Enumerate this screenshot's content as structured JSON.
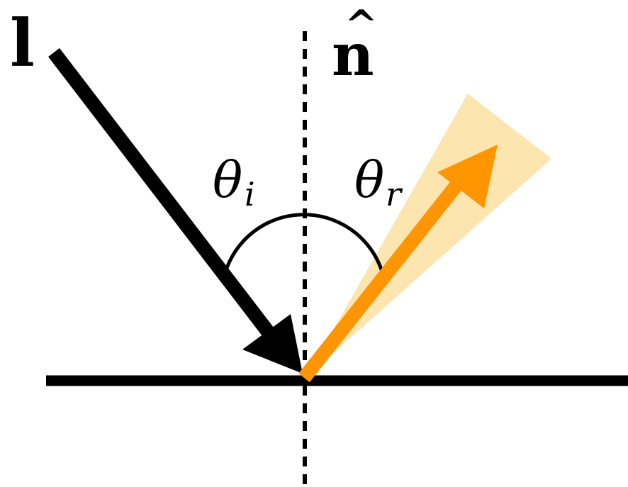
{
  "labels": {
    "incident_vector": "l",
    "normal_vector": "n",
    "normal_hat": "^",
    "theta_incident": "θ",
    "theta_incident_sub": "i",
    "theta_reflected": "θ",
    "theta_reflected_sub": "r"
  },
  "colors": {
    "ink": "#000000",
    "reflected_ray": "#ff9500",
    "specular_lobe": "#fde5b0",
    "background": "#ffffff"
  }
}
